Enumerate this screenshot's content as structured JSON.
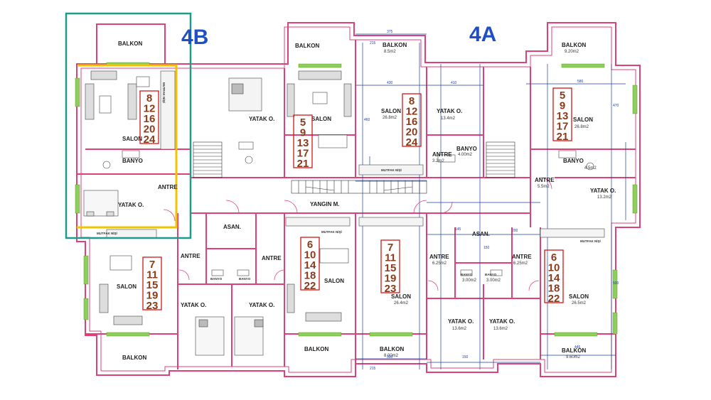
{
  "units": {
    "a": "4A",
    "b": "4B"
  },
  "rooms": {
    "balkon": "BALKON",
    "salon": "SALON",
    "yatak": "YATAK O.",
    "banyo": "BANYO",
    "antre": "ANTRE",
    "asan": "ASAN.",
    "yangin": "YANGIN M.",
    "mutfak": "MUTFAK NİŞİ"
  },
  "areas": {
    "balkon_top_mid": "8.5m2",
    "balkon_top_right": "9.20m2",
    "salon_top_mid": "26.8m2",
    "yatak_top_mid": "13.4m2",
    "banyo_top_mid": "4.00m2",
    "antre_top_mid": "3.2m2",
    "salon_top_right": "26.8m2",
    "banyo_top_right": "4.5m2",
    "antre_right": "5.5m2",
    "yatak_right": "13.2m2",
    "salon_bot_mid": "26.4m2",
    "antre_bot_a": "6.25m2",
    "antre_bot_b": "6.25m2",
    "banyo_bot_a": "3.00m2",
    "banyo_bot_b": "3.00m2",
    "yatak_bot_a": "13.6m2",
    "yatak_bot_b": "13.6m2",
    "salon_bot_right": "26.5m2",
    "balkon_bot_mid": "8.00m2",
    "balkon_bot_right": "9.60m2"
  },
  "dimensions": [
    "375",
    "215",
    "430",
    "410",
    "580",
    "470",
    "460",
    "150",
    "390",
    "445",
    "500",
    "200",
    "215",
    "145",
    "150"
  ],
  "floors": {
    "f1": [
      "8",
      "12",
      "16",
      "20",
      "24"
    ],
    "f2": [
      "5",
      "9",
      "13",
      "17",
      "21"
    ],
    "f3": [
      "8",
      "12",
      "16",
      "20",
      "24"
    ],
    "f4": [
      "5",
      "9",
      "13",
      "17",
      "21"
    ],
    "f5": [
      "6",
      "10",
      "14",
      "18",
      "22"
    ],
    "f6": [
      "7",
      "11",
      "15",
      "19",
      "23"
    ],
    "f7": [
      "7",
      "11",
      "15",
      "19",
      "23"
    ],
    "f8": [
      "6",
      "10",
      "14",
      "18",
      "22"
    ]
  },
  "colors": {
    "wall": "#e0407a",
    "dimension": "#1a3fa8",
    "highlight": "#1f9a8e",
    "highlight_wall": "#f2c300",
    "floor_text": "#8b3a1a",
    "floor_box": "#d01818",
    "window": "#8fce5c",
    "unit_text": "#1f4fc2"
  }
}
